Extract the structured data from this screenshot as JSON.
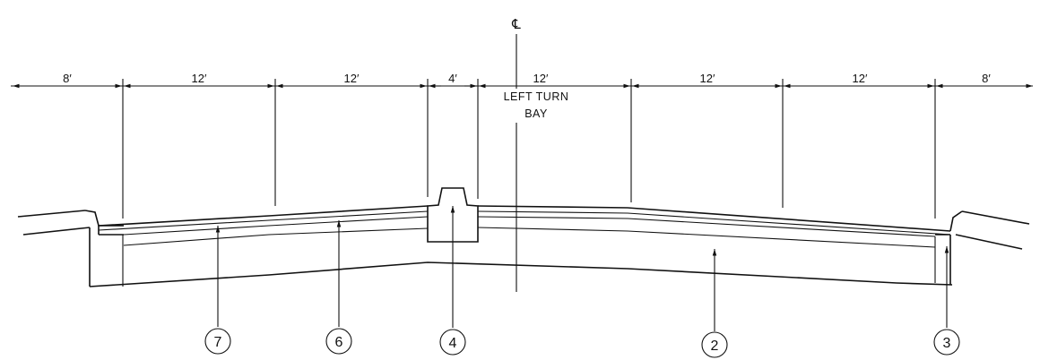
{
  "dimensions": [
    {
      "label": "8′"
    },
    {
      "label": "12′"
    },
    {
      "label": "12′"
    },
    {
      "label": "4′"
    },
    {
      "label": "12′"
    },
    {
      "label": "12′"
    },
    {
      "label": "12′"
    },
    {
      "label": "8′"
    }
  ],
  "centerline_symbol": "℄",
  "lane_label_line1": "LEFT TURN",
  "lane_label_line2": "BAY",
  "callouts": [
    {
      "number": "7"
    },
    {
      "number": "6"
    },
    {
      "number": "4"
    },
    {
      "number": "2"
    },
    {
      "number": "3"
    }
  ]
}
